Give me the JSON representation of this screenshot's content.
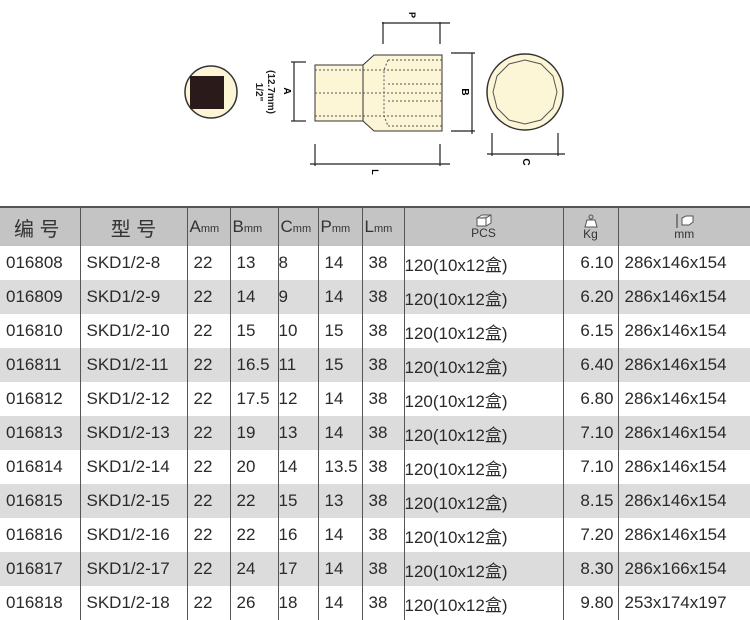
{
  "diagram": {
    "drive_size": "1/2\"",
    "drive_size_mm": "(12.7mm)",
    "labels": {
      "a": "A",
      "b": "B",
      "c": "C",
      "p": "P",
      "l": "L"
    }
  },
  "colors": {
    "part_fill": "#fdf6d6",
    "header_bg": "#c4c4c4",
    "alt_row_bg": "#dcdcdc"
  },
  "table": {
    "headers": {
      "code": "编 号",
      "model": "型 号",
      "a": "A",
      "b": "B",
      "c": "C",
      "p": "P",
      "l": "L",
      "unit": "mm",
      "pcs": "PCS",
      "kg": "Kg",
      "size_unit": "mm"
    },
    "rows": [
      {
        "code": "016808",
        "model": "SKD1/2-8",
        "a": "22",
        "b": "13",
        "c": "8",
        "p": "14",
        "l": "38",
        "pcs": "120(10x12盒)",
        "kg": "6.10",
        "size": "286x146x154"
      },
      {
        "code": "016809",
        "model": "SKD1/2-9",
        "a": "22",
        "b": "14",
        "c": "9",
        "p": "14",
        "l": "38",
        "pcs": "120(10x12盒)",
        "kg": "6.20",
        "size": "286x146x154"
      },
      {
        "code": "016810",
        "model": "SKD1/2-10",
        "a": "22",
        "b": "15",
        "c": "10",
        "p": "15",
        "l": "38",
        "pcs": "120(10x12盒)",
        "kg": "6.15",
        "size": "286x146x154"
      },
      {
        "code": "016811",
        "model": "SKD1/2-11",
        "a": "22",
        "b": "16.5",
        "c": "11",
        "p": "15",
        "l": "38",
        "pcs": "120(10x12盒)",
        "kg": "6.40",
        "size": "286x146x154"
      },
      {
        "code": "016812",
        "model": "SKD1/2-12",
        "a": "22",
        "b": "17.5",
        "c": "12",
        "p": "14",
        "l": "38",
        "pcs": "120(10x12盒)",
        "kg": "6.80",
        "size": "286x146x154"
      },
      {
        "code": "016813",
        "model": "SKD1/2-13",
        "a": "22",
        "b": "19",
        "c": "13",
        "p": "14",
        "l": "38",
        "pcs": "120(10x12盒)",
        "kg": "7.10",
        "size": "286x146x154"
      },
      {
        "code": "016814",
        "model": "SKD1/2-14",
        "a": "22",
        "b": "20",
        "c": "14",
        "p": "13.5",
        "l": "38",
        "pcs": "120(10x12盒)",
        "kg": "7.10",
        "size": "286x146x154"
      },
      {
        "code": "016815",
        "model": "SKD1/2-15",
        "a": "22",
        "b": "22",
        "c": "15",
        "p": "13",
        "l": "38",
        "pcs": "120(10x12盒)",
        "kg": "8.15",
        "size": "286x146x154"
      },
      {
        "code": "016816",
        "model": "SKD1/2-16",
        "a": "22",
        "b": "22",
        "c": "16",
        "p": "14",
        "l": "38",
        "pcs": "120(10x12盒)",
        "kg": "7.20",
        "size": "286x146x154"
      },
      {
        "code": "016817",
        "model": "SKD1/2-17",
        "a": "22",
        "b": "24",
        "c": "17",
        "p": "14",
        "l": "38",
        "pcs": "120(10x12盒)",
        "kg": "8.30",
        "size": "286x166x154"
      },
      {
        "code": "016818",
        "model": "SKD1/2-18",
        "a": "22",
        "b": "26",
        "c": "18",
        "p": "14",
        "l": "38",
        "pcs": "120(10x12盒)",
        "kg": "9.80",
        "size": "253x174x197"
      }
    ]
  }
}
